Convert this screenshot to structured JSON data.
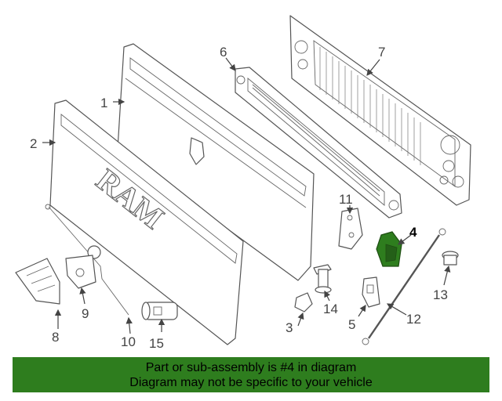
{
  "callouts": [
    "1",
    "2",
    "3",
    "4",
    "5",
    "6",
    "7",
    "8",
    "9",
    "10",
    "11",
    "12",
    "13",
    "14",
    "15"
  ],
  "highlighted_part": "4",
  "highlight_color": "#2e7d1e",
  "banner": {
    "line1": "Part or sub-assembly is #4 in diagram",
    "line2": "Diagram may not be specific to your vehicle",
    "color": "#2e7d1e"
  }
}
